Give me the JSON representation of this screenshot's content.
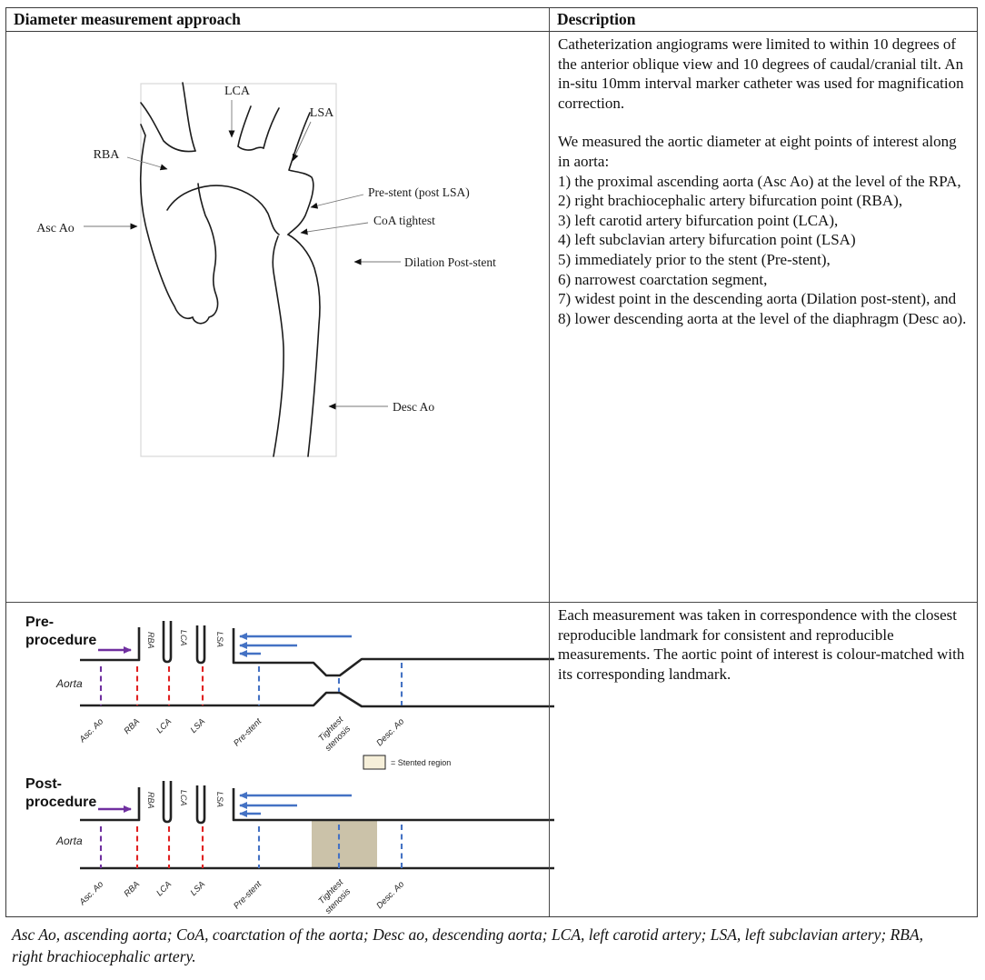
{
  "table": {
    "header": {
      "col1": "Diameter measurement approach",
      "col2": "Description"
    },
    "row1": {
      "description": {
        "p1": "Catheterization angiograms were limited to within 10 degrees of the anterior oblique view and 10 degrees of caudal/cranial tilt. An in-situ 10mm interval marker catheter was used for magnification correction.",
        "p2_intro": "We measured the aortic diameter at eight points of interest along in aorta:",
        "items": [
          "1) the proximal ascending aorta (Asc Ao) at the level of the RPA,",
          "2) right brachiocephalic artery bifurcation point (RBA),",
          "3) left carotid artery bifurcation point (LCA),",
          "4) left subclavian artery bifurcation point (LSA)",
          "5) immediately prior to the stent (Pre-stent),",
          "6) narrowest coarctation segment,",
          "7) widest point in the descending aorta (Dilation post-stent), and",
          "8) lower descending aorta at the level of the diaphragm (Desc ao)."
        ]
      },
      "diagram_labels": {
        "lca": "LCA",
        "lsa": "LSA",
        "rba": "RBA",
        "asc_ao": "Asc Ao",
        "pre_stent": "Pre-stent (post LSA)",
        "coa": "CoA tightest",
        "dilation": "Dilation Post-stent",
        "desc_ao": "Desc Ao"
      }
    },
    "row2": {
      "description": "Each measurement was taken in correspondence with the closest reproducible landmark for consistent and reproducible measurements. The aortic point of interest is colour-matched with its corresponding landmark.",
      "pre": {
        "title_line1": "Pre-",
        "title_line2": "procedure"
      },
      "post": {
        "title_line1": "Post-",
        "title_line2": "procedure"
      },
      "aorta_label": "Aorta",
      "branch_labels": [
        "RBA",
        "LCA",
        "LSA"
      ],
      "axis_labels": [
        "Asc. Ao",
        "RBA",
        "LCA",
        "LSA",
        "Pre-stent",
        "Tightest stenosis",
        "Desc. Ao"
      ],
      "axis_two_line": {
        "l1": "Tightest",
        "l2": "stenosis"
      },
      "legend": {
        "text": "= Stented region"
      }
    }
  },
  "footnote": "Asc Ao, ascending aorta; CoA, coarctation of the aorta; Desc ao, descending aorta; LCA, left carotid artery; LSA, left subclavian artery; RBA, right brachiocephalic artery.",
  "colors": {
    "purple": "#7030a0",
    "red": "#e02222",
    "blue": "#4472c4",
    "stent_fill": "#cbc2a9",
    "legend_fill": "#f6efd9",
    "frame_gray": "#d9d9d9"
  }
}
